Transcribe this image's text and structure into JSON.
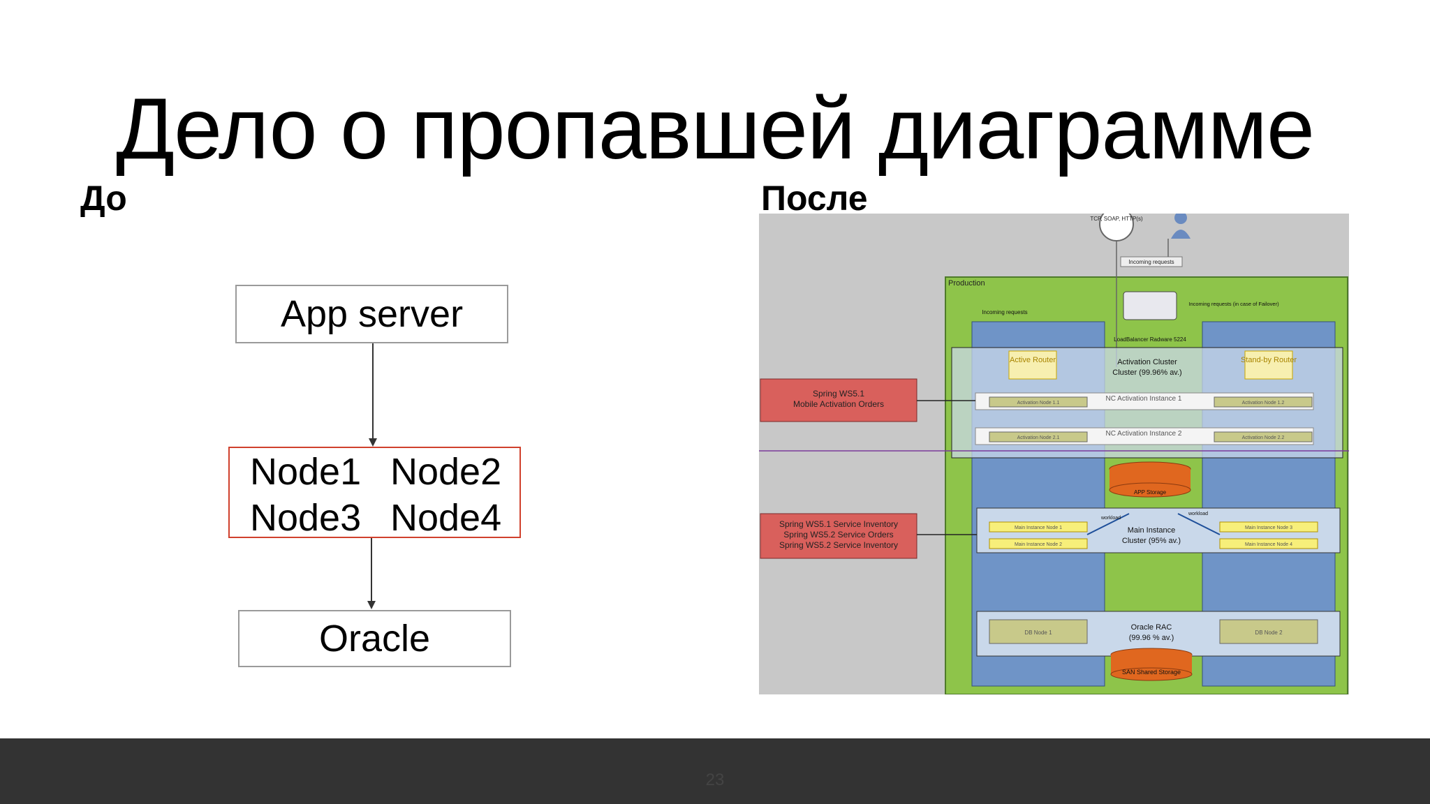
{
  "slide": {
    "title": "Дело о пропавшей диаграмме",
    "before_label": "До",
    "after_label": "После",
    "page_number": "23"
  },
  "before_diagram": {
    "app_server": "App server",
    "nodes": [
      "Node1",
      "Node2",
      "Node3",
      "Node4"
    ],
    "database": "Oracle"
  },
  "after_diagram": {
    "protocol": "TCP, SOAP, HTTP(s)",
    "incoming_requests": "Incoming requests",
    "incoming_requests_left": "Incoming requests",
    "incoming_requests_right": "Incoming requests (in case of Failover)",
    "production": "Production",
    "load_balancer": "LoadBalancer Radware 5224",
    "active_router": "Active Router",
    "standby_router": "Stand-by Router",
    "activation_cluster": "Activation Cluster",
    "activation_cluster_av": "Cluster (99.96% av.)",
    "nc_instance_1": "NC Activation Instance 1",
    "nc_instance_2": "NC Activation Instance 2",
    "activation_node_11": "Activation Node 1.1",
    "activation_node_12": "Activation Node 1.2",
    "activation_node_21": "Activation Node 2.1",
    "activation_node_22": "Activation Node 2.2",
    "app_storage": "APP Storage",
    "main_instance_cluster": "Main Instance",
    "main_instance_cluster_av": "Cluster (95% av.)",
    "main_node_1": "Main Instance Node 1",
    "main_node_2": "Main Instance Node 2",
    "main_node_3": "Main Instance Node 3",
    "main_node_4": "Main Instance Node 4",
    "workload_left": "workload",
    "workload_right": "workload",
    "oracle_rac": "Oracle RAC",
    "oracle_rac_av": "(99.96 % av.)",
    "db_node_1": "DB Node 1",
    "db_node_2": "DB Node 2",
    "san_storage": "SAN Shared Storage",
    "spring_mobile_1": "Spring WS5.1",
    "spring_mobile_2": "Mobile Activation Orders",
    "spring_inv_1": "Spring WS5.1 Service Inventory",
    "spring_inv_2": "Spring WS5.2 Service Orders",
    "spring_inv_3": "Spring WS5.2 Service Inventory"
  }
}
